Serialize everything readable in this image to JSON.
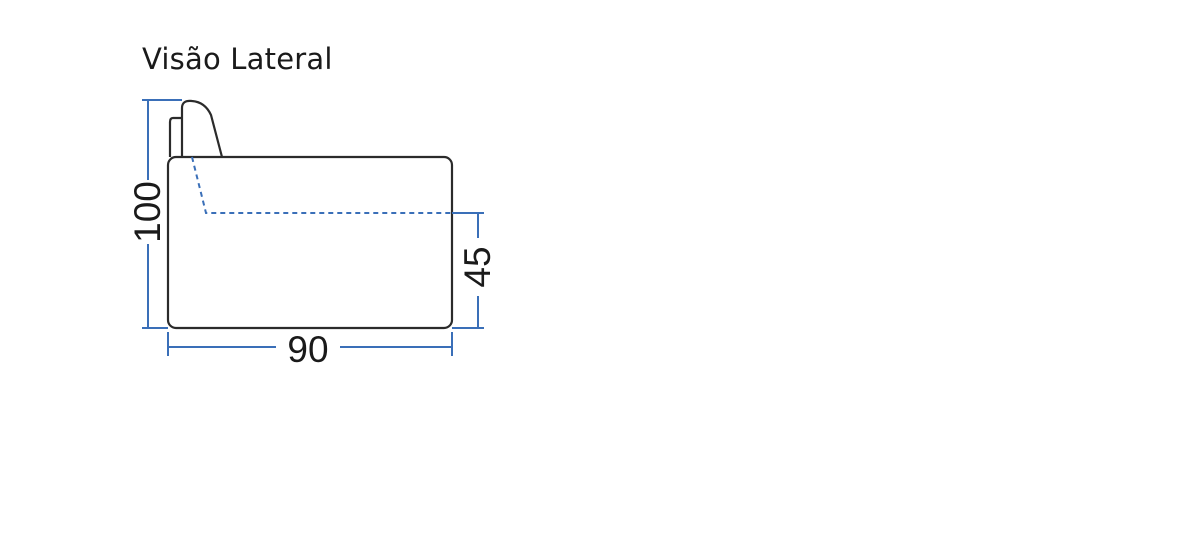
{
  "title": "Visão Lateral",
  "dimensions": {
    "height": "100",
    "depth": "90",
    "seat_height": "45"
  },
  "colors": {
    "outline": "#2b2b2b",
    "dimension_line": "#3a6fb8",
    "text": "#1a1a1a"
  }
}
